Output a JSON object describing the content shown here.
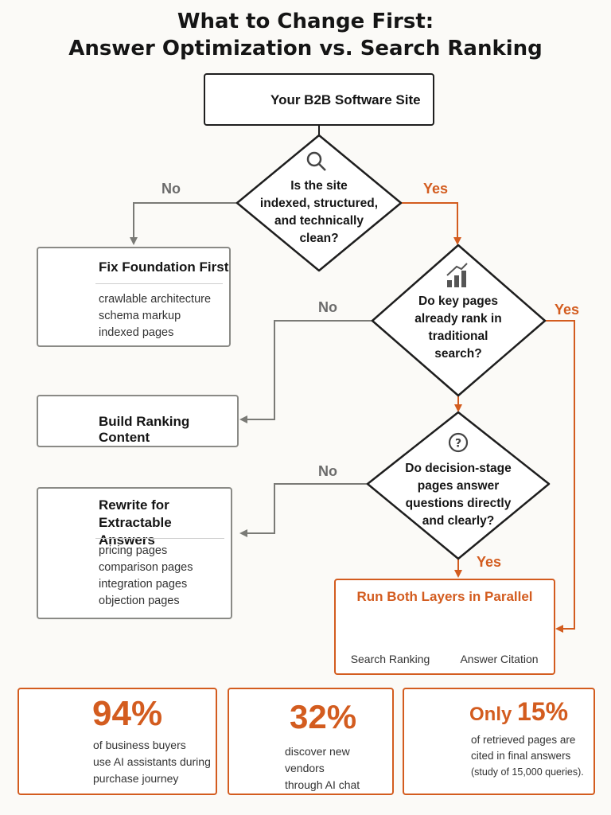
{
  "title": {
    "line1": "What to Change First:",
    "line2": "Answer Optimization vs. Search Ranking"
  },
  "start": {
    "label": "Your B2B Software Site",
    "icon": "building-icon"
  },
  "decisions": [
    {
      "icon": "magnifier-icon",
      "lines": [
        "Is the site",
        "indexed, structured,",
        "and technically",
        "clean?"
      ]
    },
    {
      "icon": "bar-chart-icon",
      "lines": [
        "Do key pages",
        "already rank in",
        "traditional",
        "search?"
      ]
    },
    {
      "icon": "question-icon",
      "lines": [
        "Do decision-stage",
        "pages answer",
        "questions directly",
        "and clearly?"
      ]
    }
  ],
  "branches": {
    "no": "No",
    "yes": "Yes"
  },
  "actions": {
    "foundation": {
      "title": "Fix Foundation First",
      "items": [
        "crawlable architecture",
        "schema markup",
        "indexed pages"
      ],
      "icon": "wrench-icon"
    },
    "ranking": {
      "title": "Build Ranking Content",
      "icon": "growth-chart-icon"
    },
    "rewrite": {
      "title_line1": "Rewrite for",
      "title_line2": "Extractable Answers",
      "items": [
        "pricing pages",
        "comparison pages",
        "integration pages",
        "objection pages"
      ],
      "icon": "quote-icon"
    },
    "parallel": {
      "title": "Run Both Layers in Parallel",
      "left": "Search Ranking",
      "right": "Answer Citation"
    }
  },
  "stats": [
    {
      "value": "94%",
      "lines": [
        "of business buyers",
        "use AI assistants during",
        "purchase journey"
      ],
      "icon": "pie-chart-icon"
    },
    {
      "value": "32%",
      "lines": [
        "discover new vendors",
        "through AI chat"
      ],
      "icon": "chat-bubble-icon"
    },
    {
      "prefix": "Only ",
      "value": "15%",
      "lines": [
        "of retrieved pages are",
        "cited in final answers",
        "(study of 15,000 queries)."
      ],
      "icon": "document-check-icon"
    }
  ],
  "colors": {
    "accent": "#d35c1f",
    "gray": "#8a8a86",
    "dark": "#1e1e1e"
  }
}
